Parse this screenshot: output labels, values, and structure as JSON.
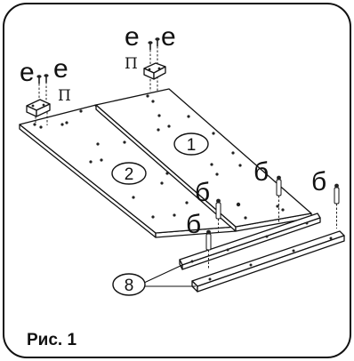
{
  "figure": {
    "caption": "Рис. 1",
    "labels": {
      "screw_a": "е",
      "screw_b": "е",
      "screw_c": "е",
      "screw_d": "е",
      "bracket_left": "П",
      "bracket_right": "П",
      "panel_1": "1",
      "panel_2": "2",
      "dowel_1": "б",
      "dowel_2": "б",
      "dowel_3": "б",
      "rails": "8"
    }
  }
}
